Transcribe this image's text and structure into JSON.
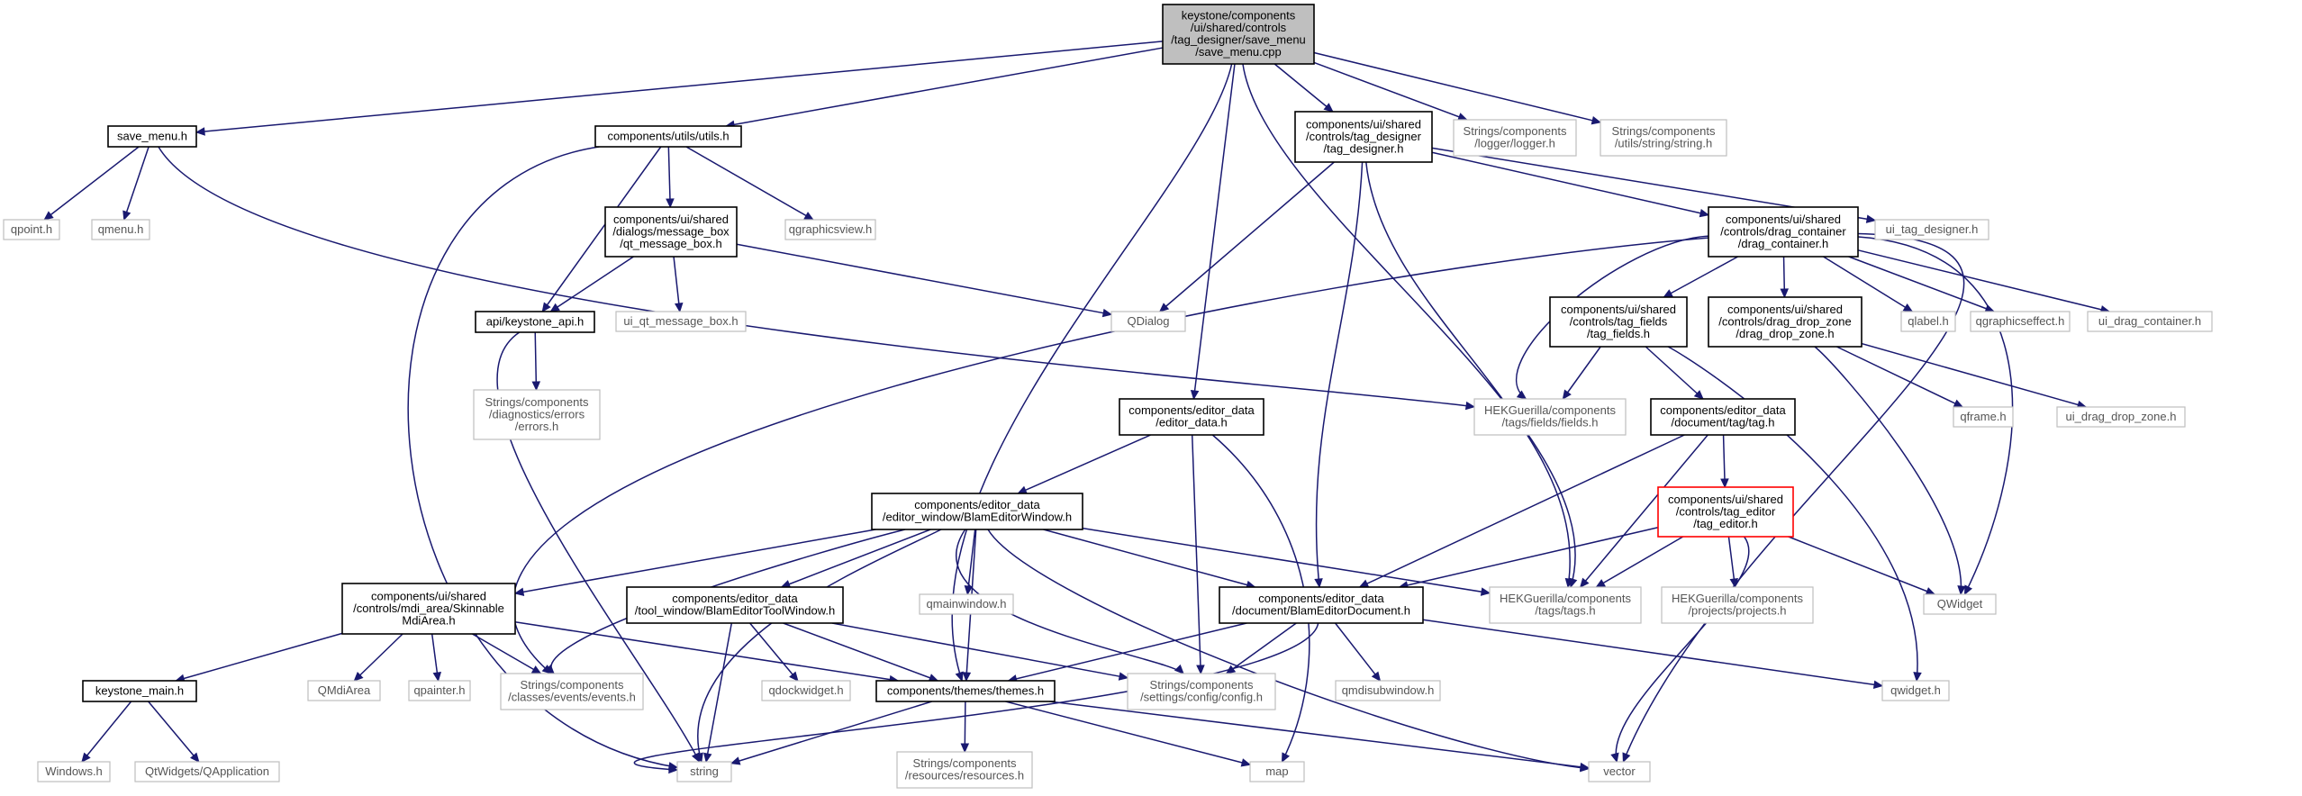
{
  "diagram": {
    "type": "include-dependency-graph",
    "colors": {
      "edge": "#191970",
      "root_fill": "#bfbfbf",
      "file_border": "#000000",
      "system_border": "#bfbfbf",
      "highlight_border": "#ff0000",
      "background": "#ffffff"
    },
    "nodes": [
      {
        "id": "root",
        "lines": [
          "keystone/components",
          "/ui/shared/controls",
          "/tag_designer/save_menu",
          "/save_menu.cpp"
        ]
      },
      {
        "id": "save_menu_h",
        "lines": [
          "save_menu.h"
        ]
      },
      {
        "id": "utils_h",
        "lines": [
          "components/utils/utils.h"
        ]
      },
      {
        "id": "tag_designer_h",
        "lines": [
          "components/ui/shared",
          "/controls/tag_designer",
          "/tag_designer.h"
        ]
      },
      {
        "id": "logger_h",
        "lines": [
          "Strings/components",
          "/logger/logger.h"
        ]
      },
      {
        "id": "string_h",
        "lines": [
          "Strings/components",
          "/utils/string/string.h"
        ]
      },
      {
        "id": "qpoint_h",
        "lines": [
          "qpoint.h"
        ]
      },
      {
        "id": "qmenu_h",
        "lines": [
          "qmenu.h"
        ]
      },
      {
        "id": "message_box_h",
        "lines": [
          "components/ui/shared",
          "/dialogs/message_box",
          "/qt_message_box.h"
        ]
      },
      {
        "id": "qgraphicsview_h",
        "lines": [
          "qgraphicsview.h"
        ]
      },
      {
        "id": "ui_tag_designer_h",
        "lines": [
          "ui_tag_designer.h"
        ]
      },
      {
        "id": "drag_container_h",
        "lines": [
          "components/ui/shared",
          "/controls/drag_container",
          "/drag_container.h"
        ]
      },
      {
        "id": "keystone_api_h",
        "lines": [
          "api/keystone_api.h"
        ]
      },
      {
        "id": "ui_qt_message_box_h",
        "lines": [
          "ui_qt_message_box.h"
        ]
      },
      {
        "id": "qdialog",
        "lines": [
          "QDialog"
        ]
      },
      {
        "id": "tag_fields_h",
        "lines": [
          "components/ui/shared",
          "/controls/tag_fields",
          "/tag_fields.h"
        ]
      },
      {
        "id": "drag_drop_zone_h",
        "lines": [
          "components/ui/shared",
          "/controls/drag_drop_zone",
          "/drag_drop_zone.h"
        ]
      },
      {
        "id": "qlabel_h",
        "lines": [
          "qlabel.h"
        ]
      },
      {
        "id": "qgraphicseffect_h",
        "lines": [
          "qgraphicseffect.h"
        ]
      },
      {
        "id": "ui_drag_container_h",
        "lines": [
          "ui_drag_container.h"
        ]
      },
      {
        "id": "errors_h",
        "lines": [
          "Strings/components",
          "/diagnostics/errors",
          "/errors.h"
        ]
      },
      {
        "id": "fields_h",
        "lines": [
          "HEKGuerilla/components",
          "/tags/fields/fields.h"
        ]
      },
      {
        "id": "editor_data_h",
        "lines": [
          "components/editor_data",
          "/editor_data.h"
        ]
      },
      {
        "id": "tag_h",
        "lines": [
          "components/editor_data",
          "/document/tag/tag.h"
        ]
      },
      {
        "id": "qframe_h",
        "lines": [
          "qframe.h"
        ]
      },
      {
        "id": "ui_drag_drop_zone_h",
        "lines": [
          "ui_drag_drop_zone.h"
        ]
      },
      {
        "id": "tag_editor_h",
        "lines": [
          "components/ui/shared",
          "/controls/tag_editor",
          "/tag_editor.h"
        ]
      },
      {
        "id": "blam_editor_window_h",
        "lines": [
          "components/editor_data",
          "/editor_window/BlamEditorWindow.h"
        ]
      },
      {
        "id": "skinnable_mdi_area_h",
        "lines": [
          "components/ui/shared",
          "/controls/mdi_area/Skinnable",
          "MdiArea.h"
        ]
      },
      {
        "id": "blam_editor_tool_window_h",
        "lines": [
          "components/editor_data",
          "/tool_window/BlamEditorToolWindow.h"
        ]
      },
      {
        "id": "qmainwindow_h",
        "lines": [
          "qmainwindow.h"
        ]
      },
      {
        "id": "blam_editor_document_h",
        "lines": [
          "components/editor_data",
          "/document/BlamEditorDocument.h"
        ]
      },
      {
        "id": "tags_h",
        "lines": [
          "HEKGuerilla/components",
          "/tags/tags.h"
        ]
      },
      {
        "id": "projects_h",
        "lines": [
          "HEKGuerilla/components",
          "/projects/projects.h"
        ]
      },
      {
        "id": "qwidget",
        "lines": [
          "QWidget"
        ]
      },
      {
        "id": "keystone_main_h",
        "lines": [
          "keystone_main.h"
        ]
      },
      {
        "id": "qmdiarea",
        "lines": [
          "QMdiArea"
        ]
      },
      {
        "id": "qpainter_h",
        "lines": [
          "qpainter.h"
        ]
      },
      {
        "id": "events_h",
        "lines": [
          "Strings/components",
          "/classes/events/events.h"
        ]
      },
      {
        "id": "qdockwidget_h",
        "lines": [
          "qdockwidget.h"
        ]
      },
      {
        "id": "themes_h",
        "lines": [
          "components/themes/themes.h"
        ]
      },
      {
        "id": "config_h",
        "lines": [
          "Strings/components",
          "/settings/config/config.h"
        ]
      },
      {
        "id": "qmdisubwindow_h",
        "lines": [
          "qmdisubwindow.h"
        ]
      },
      {
        "id": "qwidget_h",
        "lines": [
          "qwidget.h"
        ]
      },
      {
        "id": "windows_h",
        "lines": [
          "Windows.h"
        ]
      },
      {
        "id": "qapplication",
        "lines": [
          "QtWidgets/QApplication"
        ]
      },
      {
        "id": "string",
        "lines": [
          "string"
        ]
      },
      {
        "id": "resources_h",
        "lines": [
          "Strings/components",
          "/resources/resources.h"
        ]
      },
      {
        "id": "map",
        "lines": [
          "map"
        ]
      },
      {
        "id": "vector",
        "lines": [
          "vector"
        ]
      }
    ]
  }
}
